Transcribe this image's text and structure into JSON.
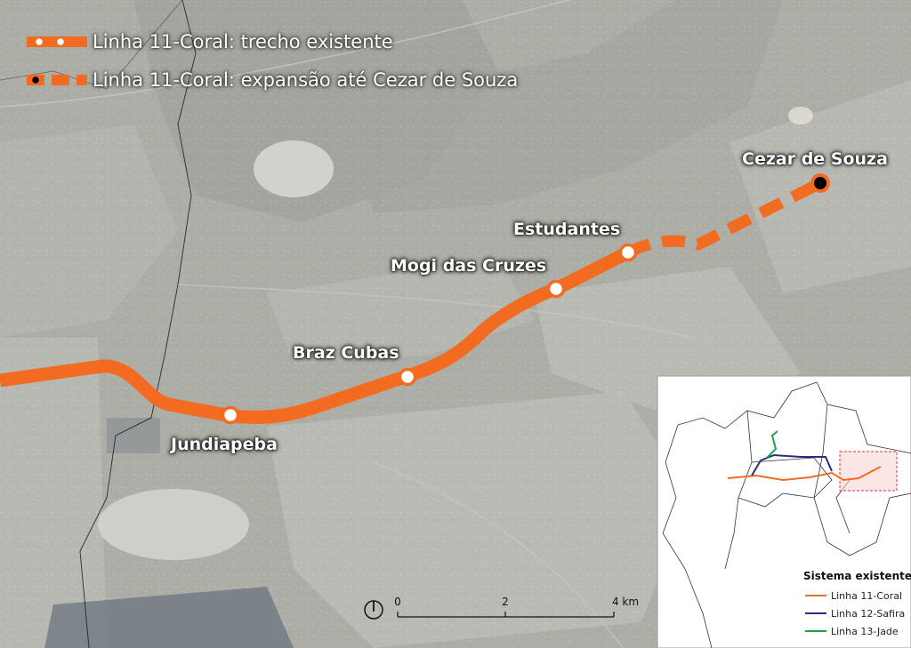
{
  "legend": {
    "existing": "Linha 11-Coral: trecho existente",
    "expansion": "Linha 11-Coral: expansão até Cezar de Souza"
  },
  "stations": {
    "jundiapeba": "Jundiapeba",
    "braz_cubas": "Braz Cubas",
    "mogi": "Mogi das Cruzes",
    "estudantes": "Estudantes",
    "cezar": "Cezar de Souza"
  },
  "scale": {
    "t0": "0",
    "t2": "2",
    "t4": "4 km"
  },
  "inset": {
    "title": "Sistema existente",
    "items": [
      "Linha 11-Coral",
      "Linha 12-Safira",
      "Linha 13-Jade"
    ]
  },
  "colors": {
    "coral": "#f26b21",
    "safira": "#2b2c7c",
    "jade": "#1aa34a",
    "highlight": "#e0303a"
  },
  "icons": {
    "north": "north-arrow-icon"
  }
}
